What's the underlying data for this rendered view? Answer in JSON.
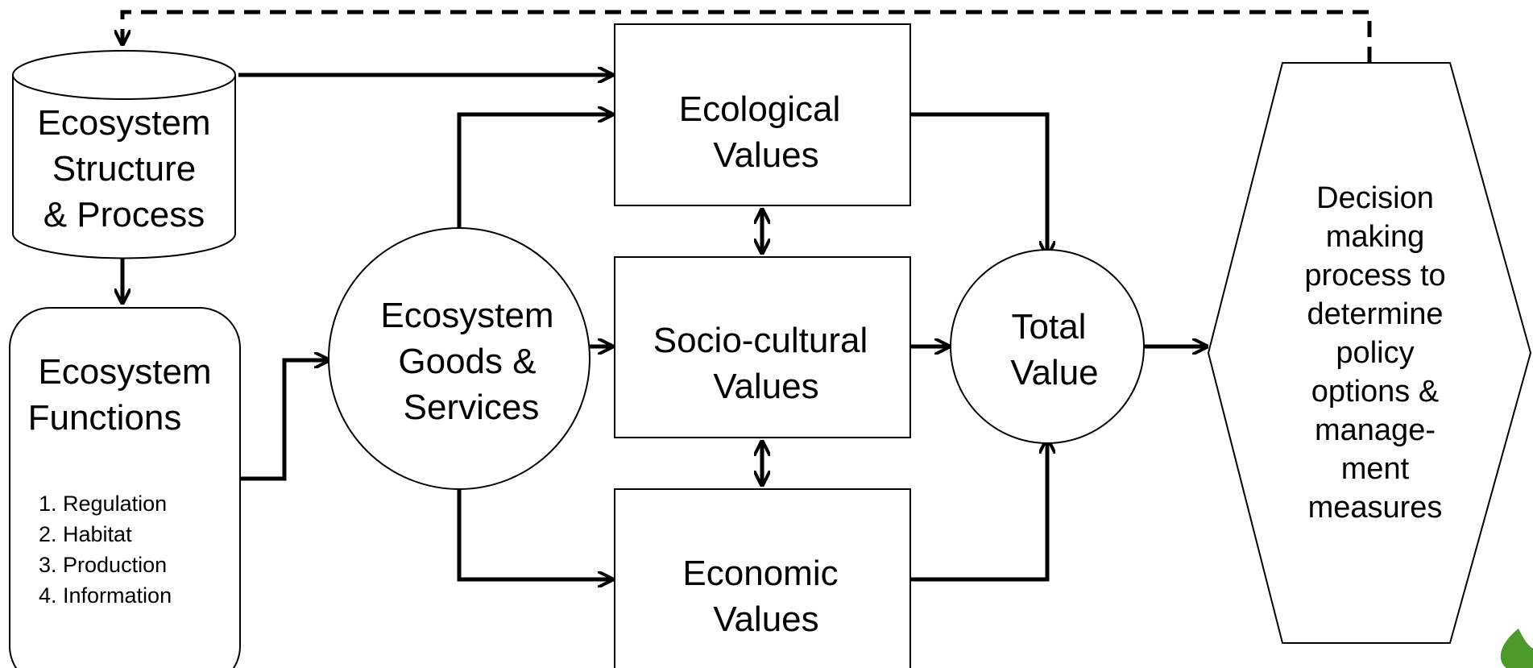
{
  "nodes": {
    "structure": {
      "lines": [
        "Ecosystem",
        "Structure",
        "& Process"
      ]
    },
    "functions": {
      "lines": [
        "Ecosystem",
        "Functions"
      ],
      "items": [
        "1. Regulation",
        "2. Habitat",
        "3. Production",
        "4. Information"
      ]
    },
    "goods": {
      "lines": [
        "Ecosystem",
        "Goods &",
        "Services"
      ]
    },
    "ecological": {
      "lines": [
        "Ecological",
        "Values"
      ]
    },
    "sociocultural": {
      "lines": [
        "Socio-cultural",
        "Values"
      ]
    },
    "economic": {
      "lines": [
        "Economic",
        "Values"
      ]
    },
    "total": {
      "lines": [
        "Total",
        "Value"
      ]
    },
    "decision": {
      "lines": [
        "Decision",
        "making",
        "process to",
        "determine",
        "policy",
        "options &",
        "manage-",
        "ment",
        "measures"
      ]
    }
  },
  "colors": {
    "stroke": "#000000",
    "background": "#ffffff",
    "leaf": "#4c9a2a"
  }
}
